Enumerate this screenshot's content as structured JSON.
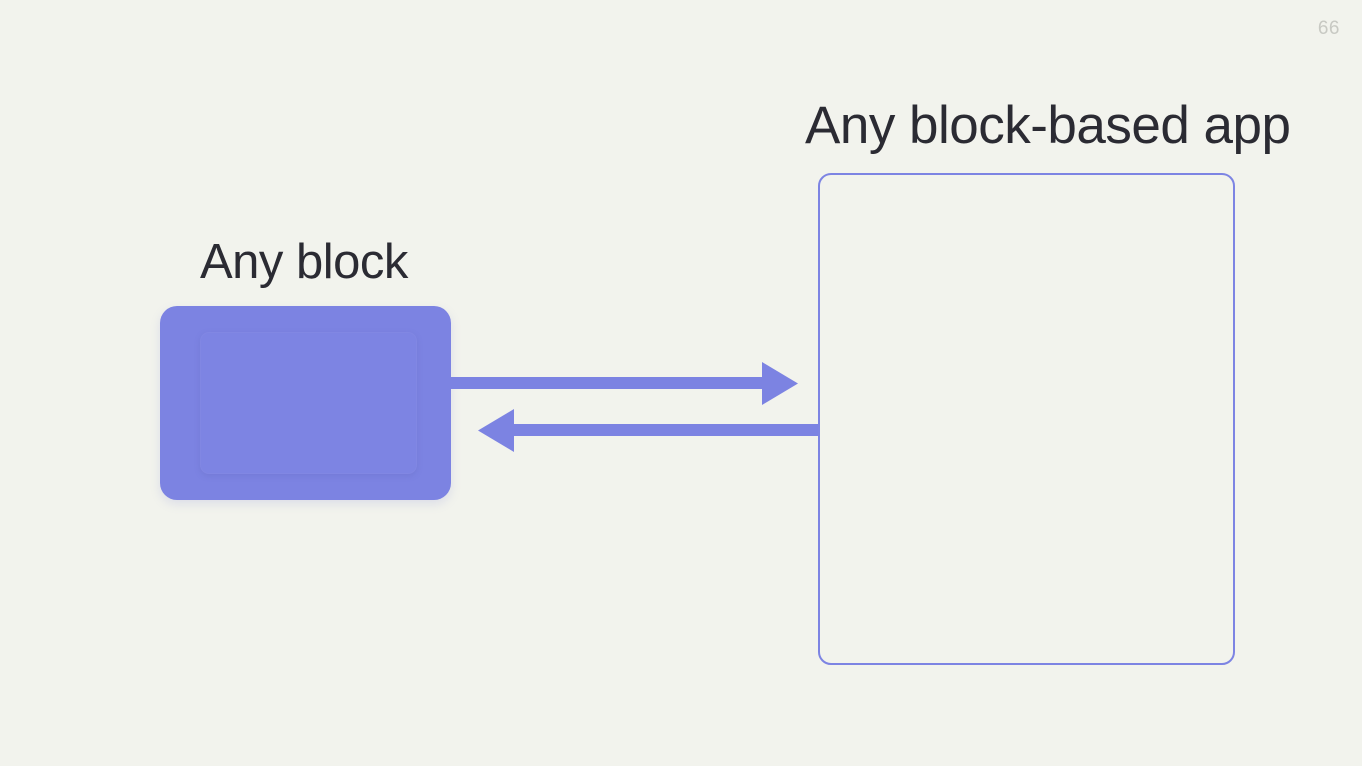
{
  "slide": {
    "page_number": "66",
    "background_color": "#f2f3ed"
  },
  "diagram": {
    "type": "two-node-bidirectional-flow",
    "accent_color": "#7c83e2",
    "text_color": "#2b2b33",
    "nodes": [
      {
        "id": "any-block",
        "label": "Any block",
        "style": "filled-rounded-rect",
        "fill": "#7c83e2"
      },
      {
        "id": "any-block-based-app",
        "label": "Any block-based app",
        "style": "outlined-rounded-rect",
        "stroke": "#7d84e3"
      }
    ],
    "connectors": [
      {
        "id": "block-to-app",
        "direction": "right",
        "from": "any-block",
        "to": "any-block-based-app",
        "color": "#7c83e2"
      },
      {
        "id": "app-to-block",
        "direction": "left",
        "from": "any-block-based-app",
        "to": "any-block",
        "color": "#7c83e2"
      }
    ]
  }
}
